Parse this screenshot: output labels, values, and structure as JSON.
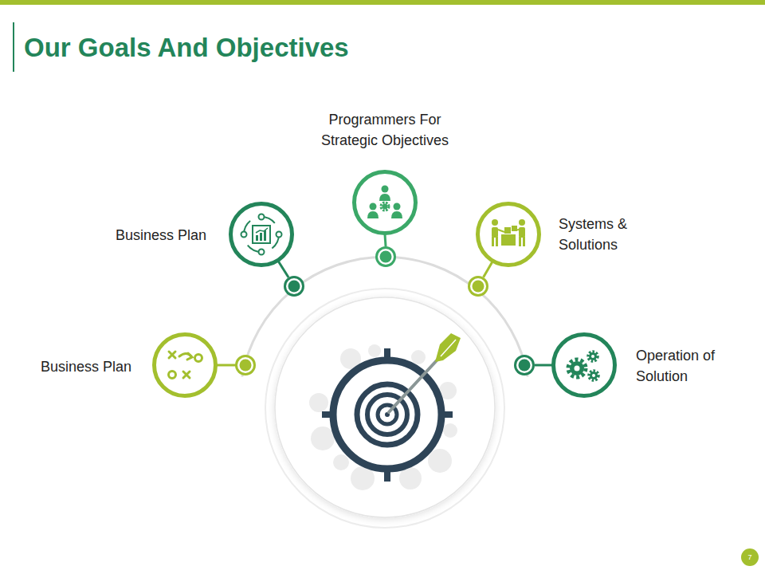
{
  "diagram": {
    "title": "Our Goals And Objectives",
    "nodes": [
      {
        "text": [
          "Business Plan"
        ]
      },
      {
        "text": [
          "Business Plan"
        ]
      },
      {
        "text": [
          "Programmers For Strategic Objectives"
        ]
      },
      {
        "text": [
          "Systems & Solutions"
        ]
      },
      {
        "text": [
          "Operation of Solution"
        ]
      },
      {
        "text": [
          "7"
        ]
      }
    ]
  }
}
